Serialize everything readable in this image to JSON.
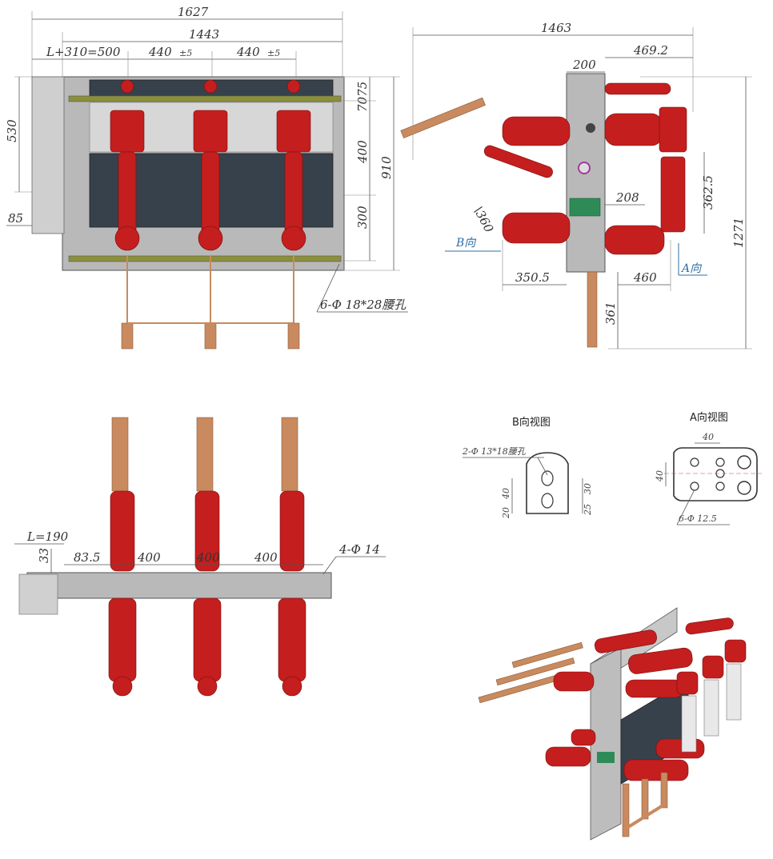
{
  "colors": {
    "insulator": "#c41e1e",
    "frame": "#b9b9b9",
    "panel": "#36414b",
    "dimension_text": "#333333",
    "direction_label": "#2e6da4",
    "copper": "#c88a5e"
  },
  "front_view": {
    "dims": {
      "overall_width": "1627",
      "inner_width": "1443",
      "left_offset": "L+310=500",
      "pitch_1": "440",
      "pitch_1_tol": "±5",
      "pitch_2": "440",
      "pitch_2_tol": "±5",
      "left_height": "530",
      "left_bottom": "85",
      "top_small": "7075",
      "middle": "400",
      "lower": "300",
      "total_height": "910"
    },
    "hole_note": "6-Φ 18*28腰孔"
  },
  "side_view": {
    "dims": {
      "overall_width": "1463",
      "top_right": "469.2",
      "panel_width": "200",
      "blade_angle": "\\360",
      "small": "208",
      "fuse_height": "362.5",
      "total_height": "1271",
      "bottom_left": "350.5",
      "bottom_right": "460",
      "bottom_drop": "361"
    },
    "direction_b": "B向",
    "direction_a": "A向"
  },
  "top_view": {
    "dims": {
      "l_dim": "L=190",
      "offset_33": "33",
      "offset_83": "83.5",
      "pitch_1": "400",
      "pitch_2": "400",
      "pitch_3": "400"
    },
    "hole_note": "4-Φ 14"
  },
  "detail_b": {
    "title": "B向视图",
    "hole_note": "2-Φ 13*18腰孔",
    "dim_40": "40",
    "dim_20": "20",
    "dim_30": "30",
    "dim_25": "25"
  },
  "detail_a": {
    "title": "A向视图",
    "dim_40_top": "40",
    "dim_40_side": "40",
    "hole_note": "6-Φ 12.5"
  }
}
